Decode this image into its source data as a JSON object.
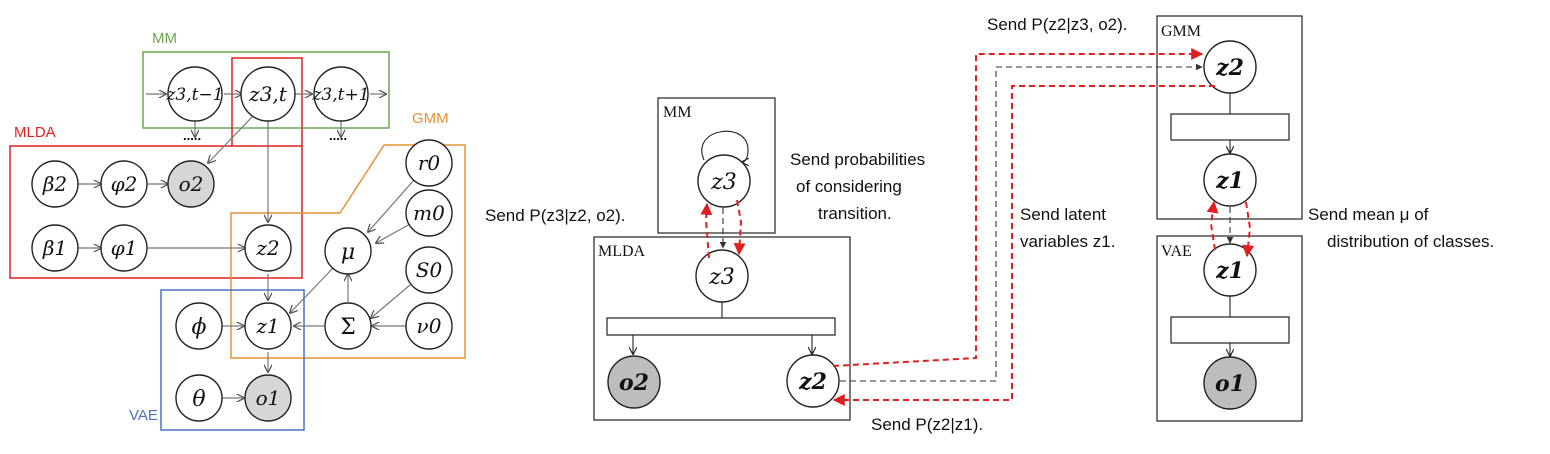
{
  "left_panel": {
    "plates": {
      "mm": "MM",
      "mlda": "MLDA",
      "gmm": "GMM",
      "vae": "VAE"
    },
    "nodes": {
      "z3_prev": "z3,t−1",
      "z3_t": "z3,t",
      "z3_next": "z3,t+1",
      "beta2": "β2",
      "phi2": "φ2",
      "o2": "o2",
      "r0": "r0",
      "m0": "m0",
      "beta1": "β1",
      "phi1": "φ1",
      "z2": "z2",
      "mu": "μ",
      "s0": "S0",
      "phi": "ϕ",
      "z1": "z1",
      "sigma": "Σ",
      "nu0": "ν0",
      "theta": "θ",
      "o1": "o1"
    },
    "ellipsis": "....."
  },
  "right_panel": {
    "boxes": {
      "mm": "MM",
      "mlda": "MLDA",
      "gmm": "GMM",
      "vae": "VAE"
    },
    "nodes": {
      "mm_z3": "z3",
      "mlda_z3": "z3",
      "mlda_o2": "o2",
      "mlda_z2": "z2",
      "gmm_z2": "z2",
      "gmm_z1": "z1",
      "vae_z1": "z1",
      "vae_o1": "o1"
    },
    "messages": {
      "send_p_z2_top": "Send P(z2|z3, o2).",
      "send_probs_line1": "Send probabilities",
      "send_probs_line2": "of considering",
      "send_probs_line3": "transition.",
      "send_p_z3": "Send P(z3|z2, o2).",
      "send_latent_line1": "Send latent",
      "send_latent_line2": "variables z1.",
      "send_mean_line1": "Send mean μ of",
      "send_mean_line2": "distribution of classes.",
      "send_p_z2_bottom": "Send P(z2|z1)."
    }
  },
  "colors": {
    "mm": "#6aa84f",
    "mlda": "#e02020",
    "gmm": "#e69138",
    "vae": "#4a72c4",
    "message_arrow": "#e02020"
  }
}
